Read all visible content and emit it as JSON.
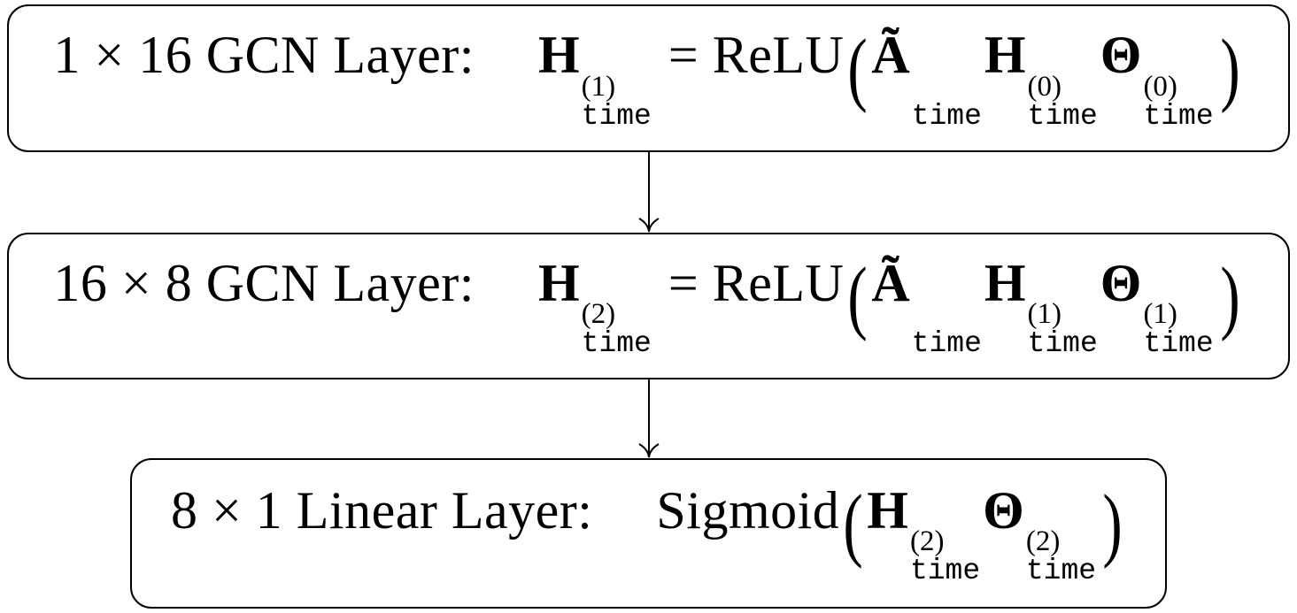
{
  "figure": {
    "background_color": "#ffffff",
    "line_color": "#000000",
    "text_color": "#000000"
  },
  "boxes": [
    {
      "label": "1 × 16 GCN Layer:",
      "lhs": [
        {
          "symbol": "H",
          "sup": "(1)",
          "sub": "time"
        }
      ],
      "equals": "=",
      "func": "ReLU",
      "open_paren": "(",
      "terms": [
        {
          "symbol": "Ã",
          "sup": "",
          "sub": "time"
        },
        {
          "symbol": "H",
          "sup": "(0)",
          "sub": "time"
        },
        {
          "symbol": "Θ",
          "sup": "(0)",
          "sub": "time"
        }
      ],
      "close_paren": ")"
    },
    {
      "label": "16 × 8 GCN Layer:",
      "lhs": [
        {
          "symbol": "H",
          "sup": "(2)",
          "sub": "time"
        }
      ],
      "equals": "=",
      "func": "ReLU",
      "open_paren": "(",
      "terms": [
        {
          "symbol": "Ã",
          "sup": "",
          "sub": "time"
        },
        {
          "symbol": "H",
          "sup": "(1)",
          "sub": "time"
        },
        {
          "symbol": "Θ",
          "sup": "(1)",
          "sub": "time"
        }
      ],
      "close_paren": ")"
    },
    {
      "label": "8 × 1 Linear Layer:",
      "func": "Sigmoid",
      "open_paren": "(",
      "terms": [
        {
          "symbol": "H",
          "sup": "(2)",
          "sub": "time"
        },
        {
          "symbol": "Θ",
          "sup": "(2)",
          "sub": "time"
        }
      ],
      "close_paren": ")"
    }
  ],
  "connectors": [
    {
      "icon": "down-arrow"
    },
    {
      "icon": "down-arrow"
    }
  ]
}
